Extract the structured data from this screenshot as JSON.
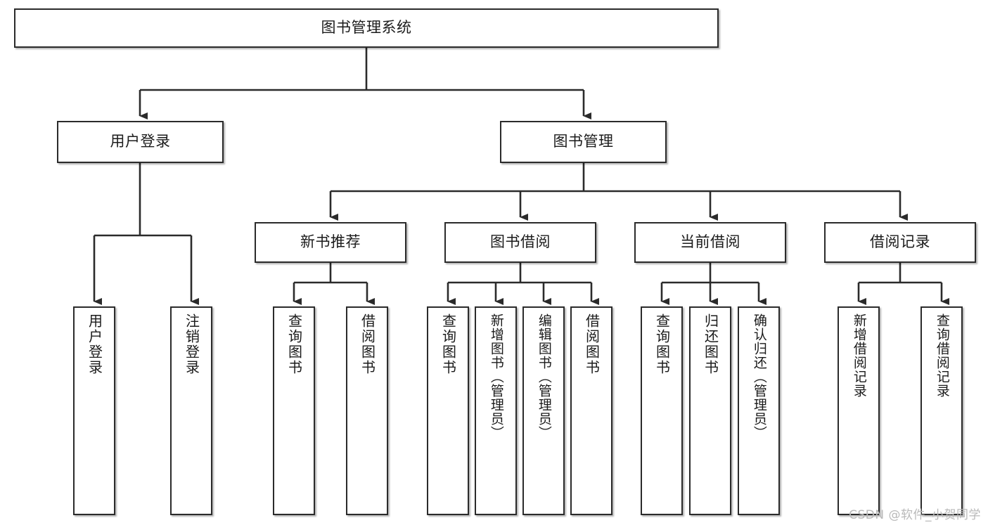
{
  "diagram": {
    "title": "图书管理系统",
    "type": "tree",
    "root": {
      "id": "root",
      "label": "图书管理系统",
      "orientation": "horizontal"
    },
    "level2": [
      {
        "id": "user-login",
        "label": "用户登录",
        "orientation": "horizontal"
      },
      {
        "id": "book-manage",
        "label": "图书管理",
        "orientation": "horizontal"
      }
    ],
    "level3": [
      {
        "id": "new-book-rec",
        "label": "新书推荐",
        "orientation": "horizontal",
        "parent": "book-manage"
      },
      {
        "id": "book-borrow",
        "label": "图书借阅",
        "orientation": "horizontal",
        "parent": "book-manage"
      },
      {
        "id": "current-borrow",
        "label": "当前借阅",
        "orientation": "horizontal",
        "parent": "book-manage"
      },
      {
        "id": "borrow-record",
        "label": "借阅记录",
        "orientation": "horizontal",
        "parent": "book-manage"
      }
    ],
    "leaves": [
      {
        "id": "leaf-user-login",
        "label": "用户登录",
        "parent": "user-login",
        "orientation": "vertical"
      },
      {
        "id": "leaf-user-logout",
        "label": "注销登录",
        "parent": "user-login",
        "orientation": "vertical"
      },
      {
        "id": "leaf-query-book-1",
        "label": "查询图书",
        "parent": "new-book-rec",
        "orientation": "vertical"
      },
      {
        "id": "leaf-borrow-book-1",
        "label": "借阅图书",
        "parent": "new-book-rec",
        "orientation": "vertical"
      },
      {
        "id": "leaf-query-book-2",
        "label": "查询图书",
        "parent": "book-borrow",
        "orientation": "vertical"
      },
      {
        "id": "leaf-add-book",
        "label": "新增图书（管理员）",
        "parent": "book-borrow",
        "orientation": "vertical"
      },
      {
        "id": "leaf-edit-book",
        "label": "编辑图书（管理员）",
        "parent": "book-borrow",
        "orientation": "vertical"
      },
      {
        "id": "leaf-borrow-book-2",
        "label": "借阅图书",
        "parent": "book-borrow",
        "orientation": "vertical"
      },
      {
        "id": "leaf-query-book-3",
        "label": "查询图书",
        "parent": "current-borrow",
        "orientation": "vertical"
      },
      {
        "id": "leaf-return-book",
        "label": "归还图书",
        "parent": "current-borrow",
        "orientation": "vertical"
      },
      {
        "id": "leaf-confirm-return",
        "label": "确认归还（管理员）",
        "parent": "current-borrow",
        "orientation": "vertical"
      },
      {
        "id": "leaf-add-record",
        "label": "新增借阅记录",
        "parent": "borrow-record",
        "orientation": "vertical"
      },
      {
        "id": "leaf-query-record",
        "label": "查询借阅记录",
        "parent": "borrow-record",
        "orientation": "vertical"
      }
    ]
  },
  "watermark": {
    "text": "CSDN @软件_小贺同学"
  },
  "colors": {
    "stroke": "#2b2b2b",
    "box_fill": "#ffffff",
    "text": "#1b1b1b",
    "watermark": "#b9b9b9",
    "background": "#ffffff"
  }
}
